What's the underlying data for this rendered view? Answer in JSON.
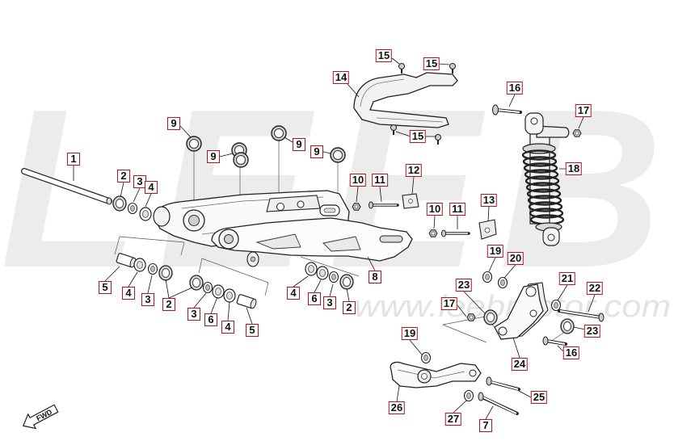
{
  "watermark": {
    "brand": "LEEB",
    "website": "www.leebmotor.com"
  },
  "direction_arrow": {
    "label": "FWD"
  },
  "callouts": [
    "15",
    "15",
    "14",
    "16",
    "17",
    "15",
    "9",
    "9",
    "9",
    "9",
    "1",
    "18",
    "12",
    "2",
    "3",
    "4",
    "10",
    "11",
    "13",
    "10",
    "11",
    "19",
    "20",
    "8",
    "5",
    "4",
    "3",
    "2",
    "21",
    "22",
    "23",
    "4",
    "6",
    "3",
    "2",
    "17",
    "3",
    "6",
    "4",
    "5",
    "23",
    "19",
    "16",
    "24",
    "25",
    "26",
    "27",
    "7"
  ],
  "colors": {
    "callout_border": "#b3151b",
    "watermark": "#ececec",
    "outline": "#222222"
  }
}
